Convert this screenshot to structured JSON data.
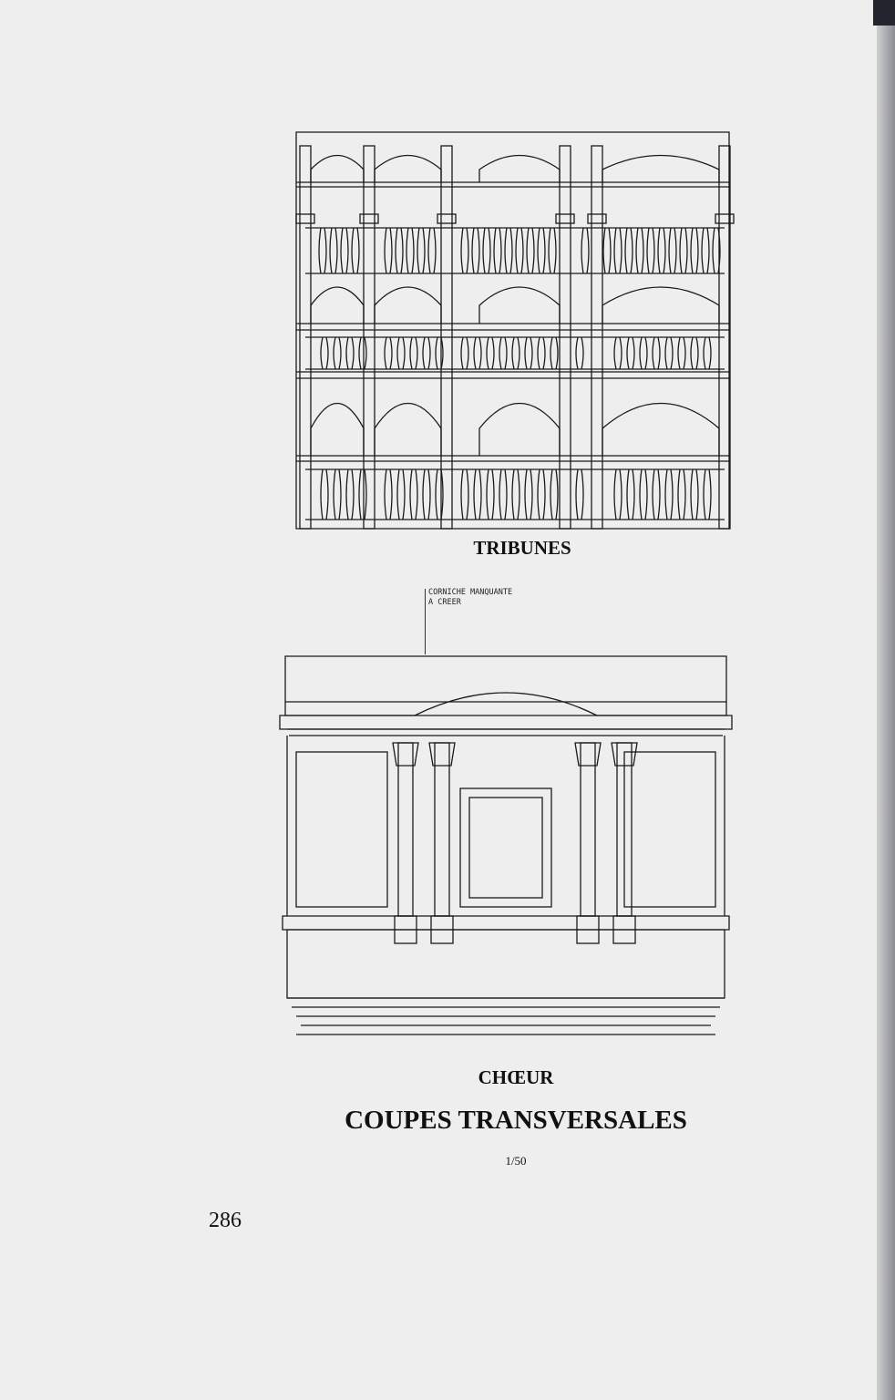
{
  "figure": {
    "upper_caption": "TRIBUNES",
    "annotation": [
      "CORNICHE MANQUANTE",
      "A CREER"
    ],
    "lower_caption": "CHŒUR",
    "title": "COUPES TRANSVERSALES",
    "scale": "1/50"
  },
  "page_number": "286"
}
